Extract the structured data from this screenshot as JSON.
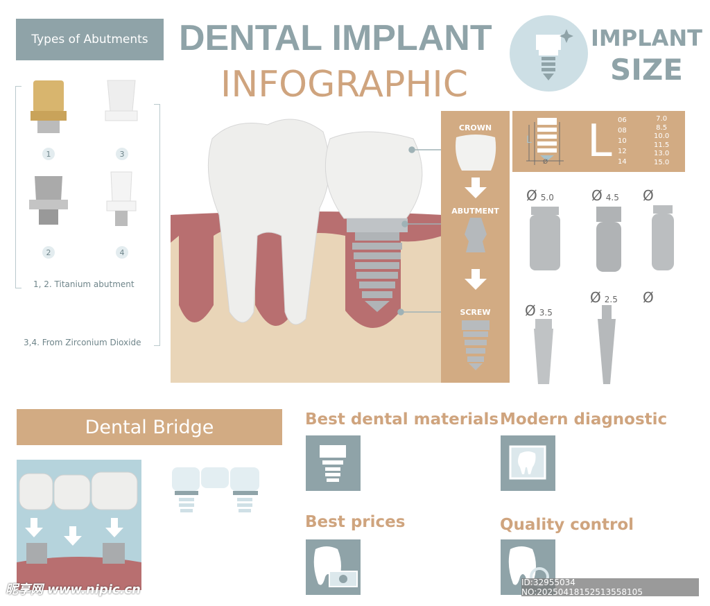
{
  "header": {
    "types_label": "Types of Abutments",
    "title1": "DENTAL IMPLANT",
    "title2": "INFOGRAPHIC",
    "size_line1": "IMPLANT",
    "size_line2": "SIZE"
  },
  "abutments": {
    "numbers": [
      "1",
      "2",
      "3",
      "4"
    ],
    "note1": "1, 2. Titanium abutment",
    "note2": "3,4. From Zirconium Dioxide"
  },
  "diagram": {
    "crown": "CROWN",
    "abutment": "ABUTMENT",
    "screw": "SCREW"
  },
  "size_table": {
    "dim_l": "L",
    "dim_d": "Ø",
    "big_l": "L",
    "lengths": [
      "06",
      "08",
      "10",
      "12",
      "14"
    ],
    "mm": [
      "7.0",
      "8.5",
      "10.0",
      "11.5",
      "13.0",
      "15.0"
    ]
  },
  "diameters": {
    "symbol": "Ø",
    "values": [
      "5.0",
      "4.5",
      "",
      "3.5",
      "2.5",
      ""
    ]
  },
  "bridge": {
    "title": "Dental Bridge"
  },
  "features": [
    {
      "title": "Best dental materials"
    },
    {
      "title": "Modern diagnostic"
    },
    {
      "title": "Best prices"
    },
    {
      "title": "Quality control"
    }
  ],
  "watermark": {
    "logo": "昵享网 www.nipic.cn",
    "id": "ID:32955034 NO:20250418152513558105"
  },
  "colors": {
    "slate": "#8fa3a8",
    "tan": "#cfa47e",
    "panel": "#d2ab83",
    "bone": "#e9d5b8",
    "gum": "#b86f70"
  }
}
